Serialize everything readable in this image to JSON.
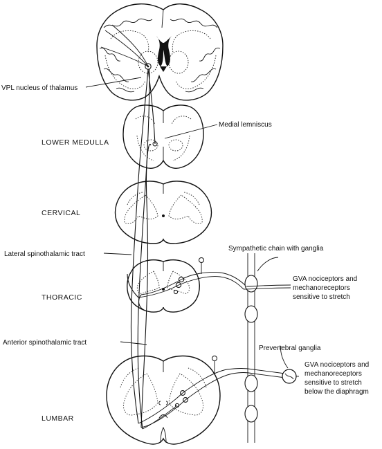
{
  "labels": {
    "vpl": "VPL nucleus of thalamus",
    "medial_lemniscus": "Medial lemniscus",
    "lower_medulla": "LOWER MEDULLA",
    "cervical": "CERVICAL",
    "lateral_tract": "Lateral spinothalamic tract",
    "sympathetic_chain": "Sympathetic chain with ganglia",
    "gva_thoracic_1": "GVA nociceptors and",
    "gva_thoracic_2": "mechanoreceptors",
    "gva_thoracic_3": "sensitive to stretch",
    "thoracic": "THORACIC",
    "anterior_tract": "Anterior spinothalamic tract",
    "prevertebral": "Prevertebral ganglia",
    "gva_lumbar_1": "GVA nociceptors and",
    "gva_lumbar_2": "mechanoreceptors",
    "gva_lumbar_3": "sensitive to stretch",
    "gva_lumbar_4": "below the diaphragm",
    "lumbar": "LUMBAR"
  }
}
